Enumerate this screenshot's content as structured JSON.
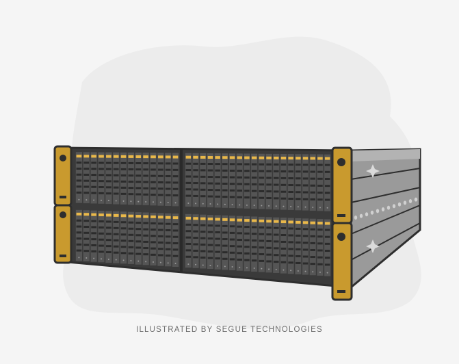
{
  "illustration": {
    "subject": "server-rack-storage-unit",
    "units": 2,
    "drives_per_row": [
      14,
      20
    ],
    "colors": {
      "background": "#f5f5f5",
      "blob": "#ececec",
      "chassis": "#3a3a3a",
      "drive": "#555555",
      "drive_slot": "#2b2b2b",
      "accent_gold": "#c99a2e",
      "drive_led": "#e9b84a",
      "side_panel": "#9a9a9a",
      "outline": "#2e2e2e"
    }
  },
  "caption": "ILLUSTRATED BY SEGUE TECHNOLOGIES"
}
